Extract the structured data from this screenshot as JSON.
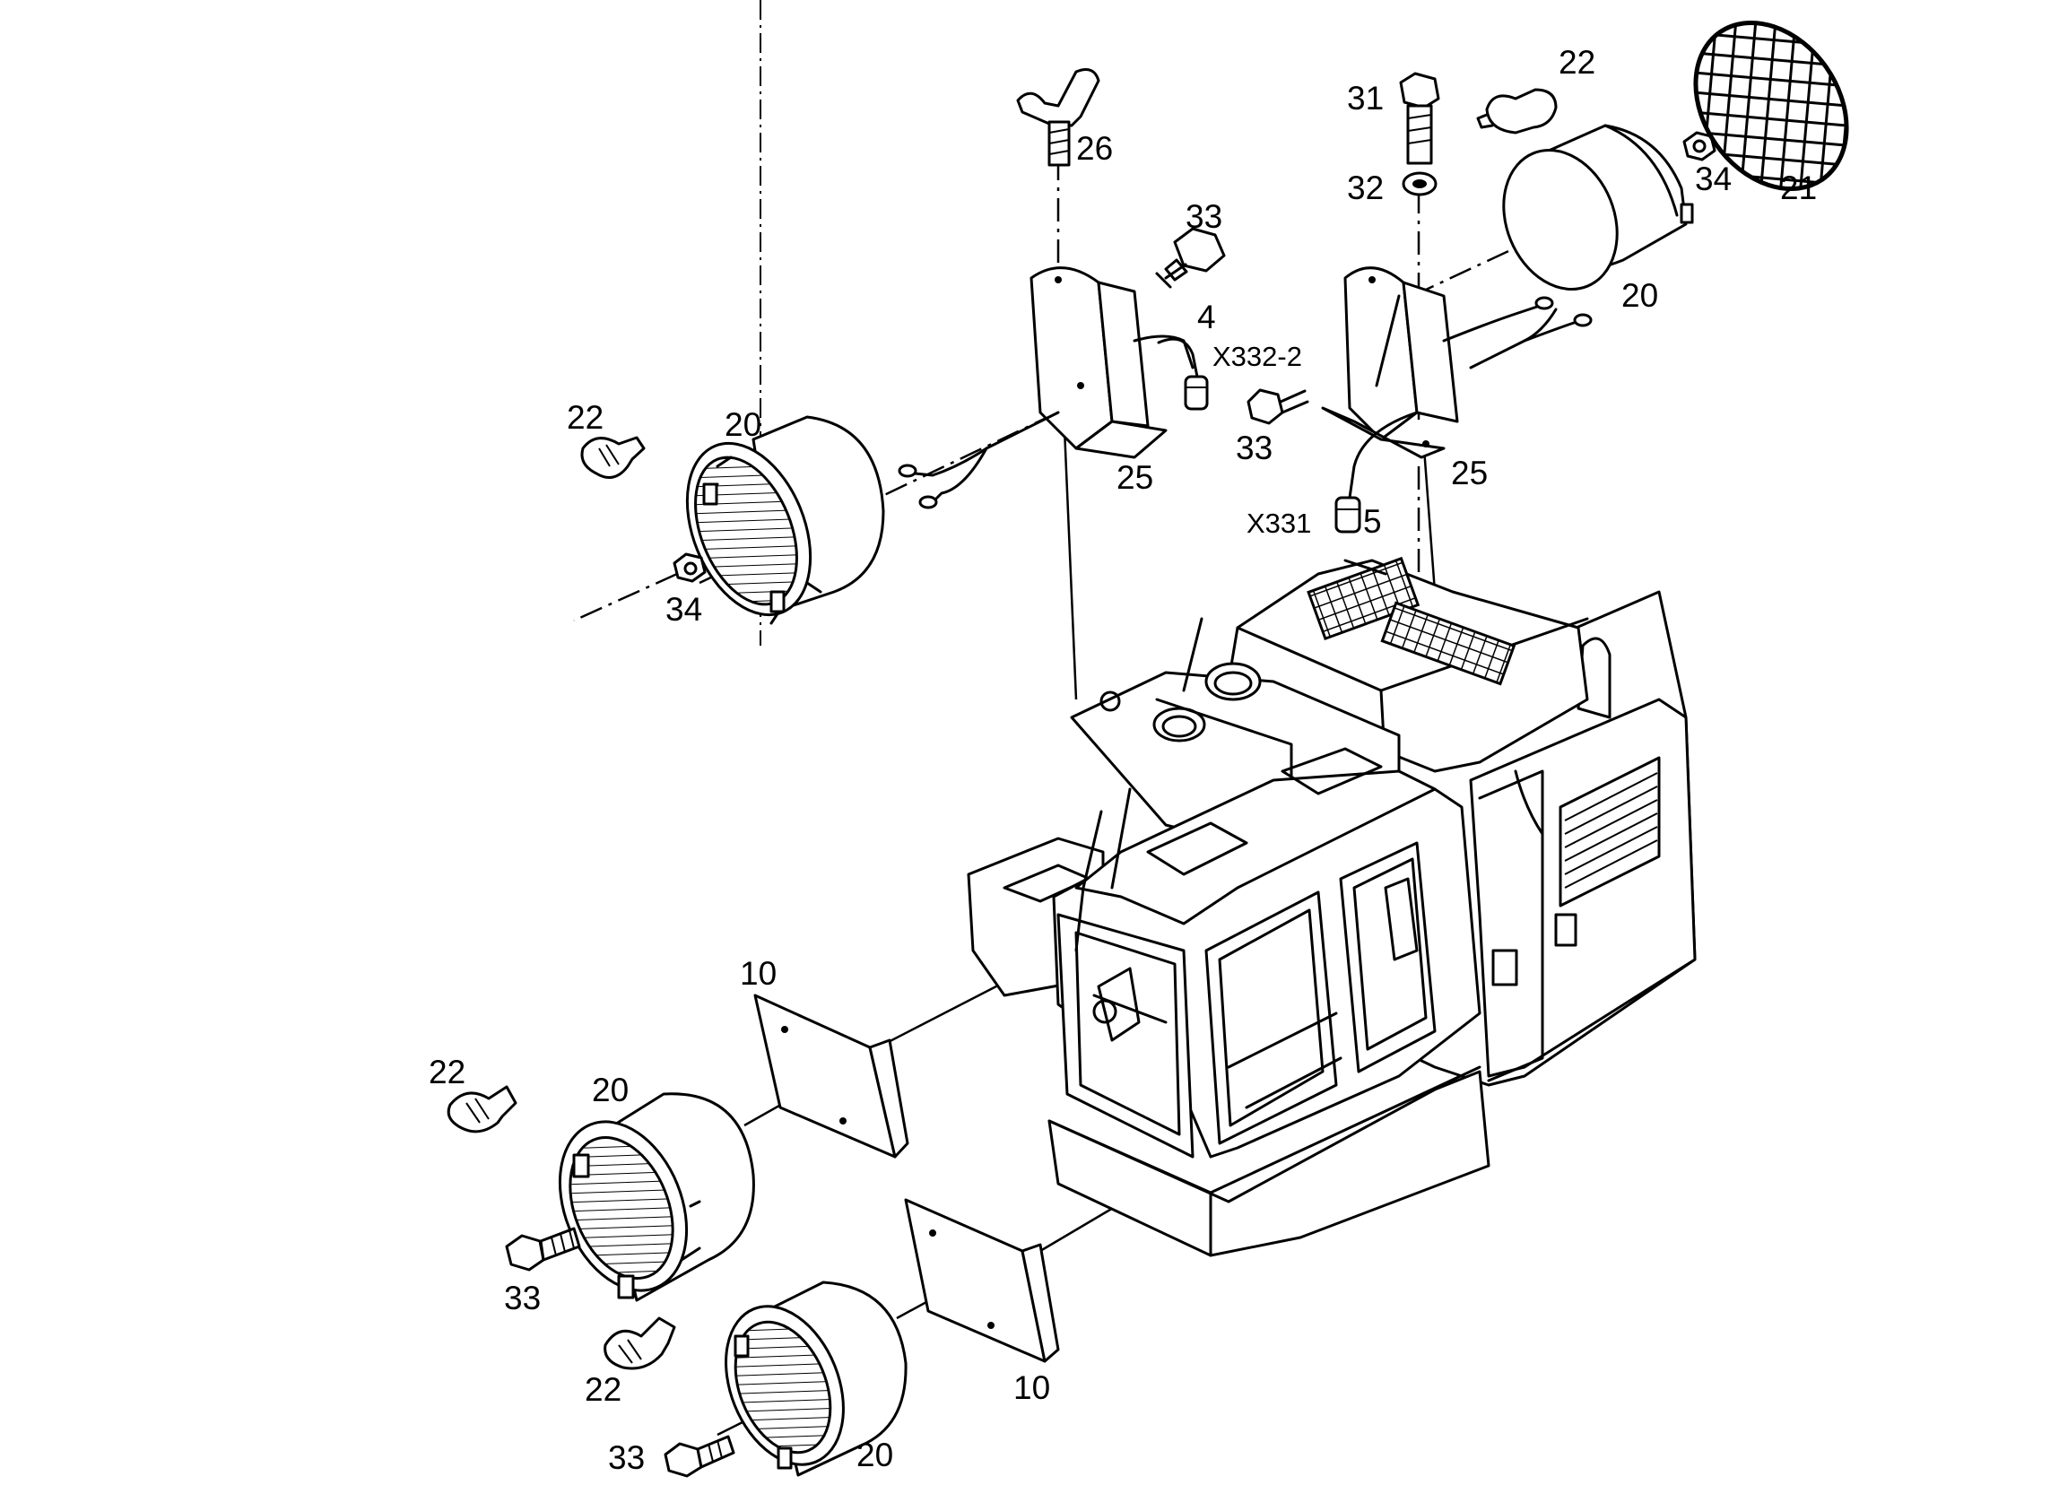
{
  "labels": {
    "l26": "26",
    "l33_top": "33",
    "l4": "4",
    "x332": "X332-2",
    "l25_left": "25",
    "l22_left": "22",
    "l20_left": "20",
    "l34_left": "34",
    "l31": "31",
    "l32": "32",
    "l22_top": "22",
    "l21": "21",
    "l34_right": "34",
    "l20_right": "20",
    "l33_mid": "33",
    "l25_right": "25",
    "x331": "X331",
    "l5": "5",
    "l10_upper": "10",
    "l22_mid": "22",
    "l20_mid": "20",
    "l33_low": "33",
    "l22_low": "22",
    "l10_lower": "10",
    "l33_bottom": "33",
    "l20_bottom": "20"
  }
}
